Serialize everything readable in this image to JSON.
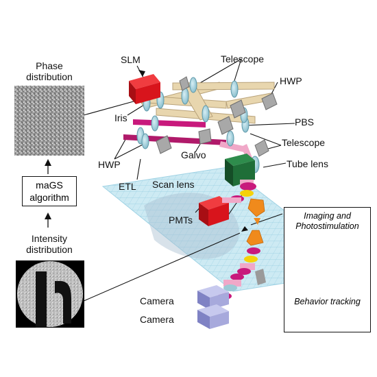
{
  "labels": {
    "slm": "SLM",
    "telescope_top": "Telescope",
    "hwp_right": "HWP",
    "iris": "Iris",
    "pbs": "PBS",
    "telescope_right": "Telescope",
    "tube_lens": "Tube lens",
    "hwp_left": "HWP",
    "galvo": "Galvo",
    "etl": "ETL",
    "scan_lens": "Scan lens",
    "pmts": "PMTs",
    "camera_1": "Camera",
    "camera_2": "Camera"
  },
  "left_panel": {
    "phase_line1": "Phase",
    "phase_line2": "distribution",
    "algorithm_line1": "maGS",
    "algorithm_line2": "algorithm",
    "intensity_line1": "Intensity",
    "intensity_line2": "distribution"
  },
  "inset": {
    "title_line1": "Imaging and",
    "title_line2": "Photostimulation",
    "behavior": "Behavior tracking"
  },
  "colors": {
    "rail": "#e8d6ae",
    "lens": "#9ccad6",
    "slm": "#d8141c",
    "pmt_box": "#1f6e38",
    "objective": "#f08a1c",
    "camera": "#a7a9dc",
    "grid": "#bfe4f0",
    "magenta": "#c8197c",
    "pink": "#f0a8c8",
    "beam_dark": "#b01a6a"
  }
}
